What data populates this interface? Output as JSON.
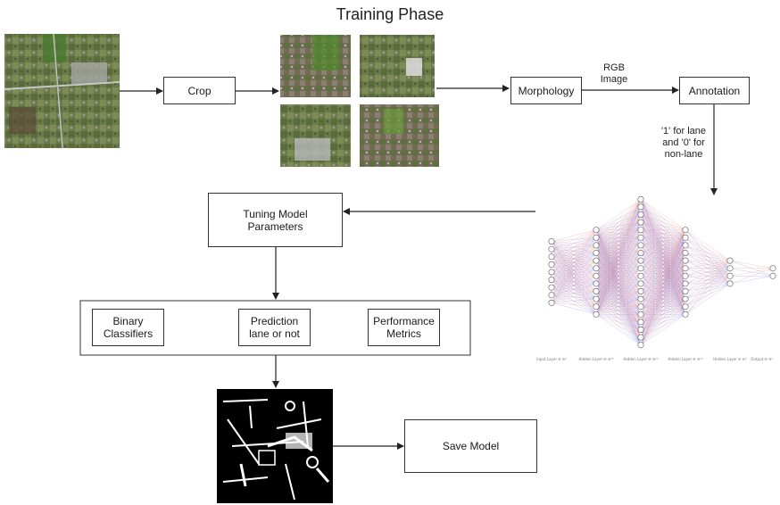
{
  "title": "Training Phase",
  "boxes": {
    "crop": "Crop",
    "morphology": "Morphology",
    "annotation": "Annotation",
    "tuning": "Tuning Model\nParameters",
    "binary_classifiers": "Binary\nClassifiers",
    "prediction": "Prediction\nlane or not",
    "performance": "Performance\nMetrics",
    "save_model": "Save Model"
  },
  "edge_labels": {
    "rgb_image": "RGB\nImage",
    "lane_annotation": "'1' for lane\nand '0' for\nnon-lane"
  },
  "neural_network": {
    "layer_sizes": [
      9,
      12,
      20,
      12,
      4,
      2
    ],
    "layer_captions": [
      "Input Layer ∈ ℝ⁹",
      "Hidden Layer ∈ ℝ¹²",
      "Hidden Layer ∈ ℝ²⁰",
      "Hidden Layer ∈ ℝ¹²",
      "Hidden Layer ∈ ℝ⁴",
      "Output ∈ ℝ²"
    ],
    "edge_colors": [
      "#e58a8a",
      "#8a8ae5"
    ]
  }
}
